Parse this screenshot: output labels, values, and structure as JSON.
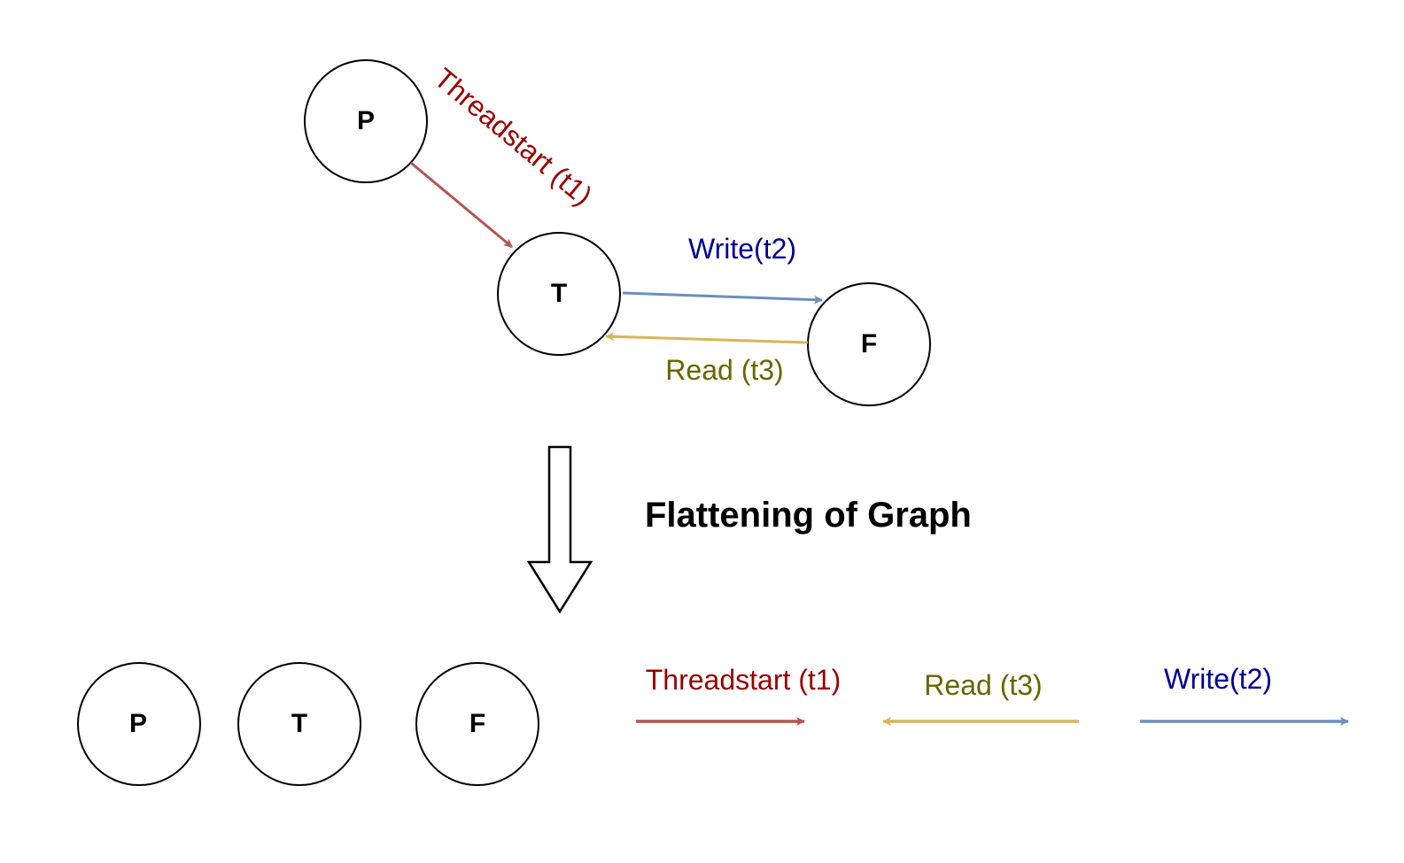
{
  "nodes": {
    "p": "P",
    "t": "T",
    "f": "F"
  },
  "edges": {
    "threadstart": "Threadstart (t1)",
    "write": "Write(t2)",
    "read": "Read (t3)"
  },
  "caption": "Flattening of Graph",
  "colors": {
    "threadstart_line": "#b85450",
    "threadstart_text": "#990000",
    "write_line": "#6c8ebf",
    "write_text": "#000099",
    "read_line": "#d6b656",
    "read_text": "#666600"
  }
}
